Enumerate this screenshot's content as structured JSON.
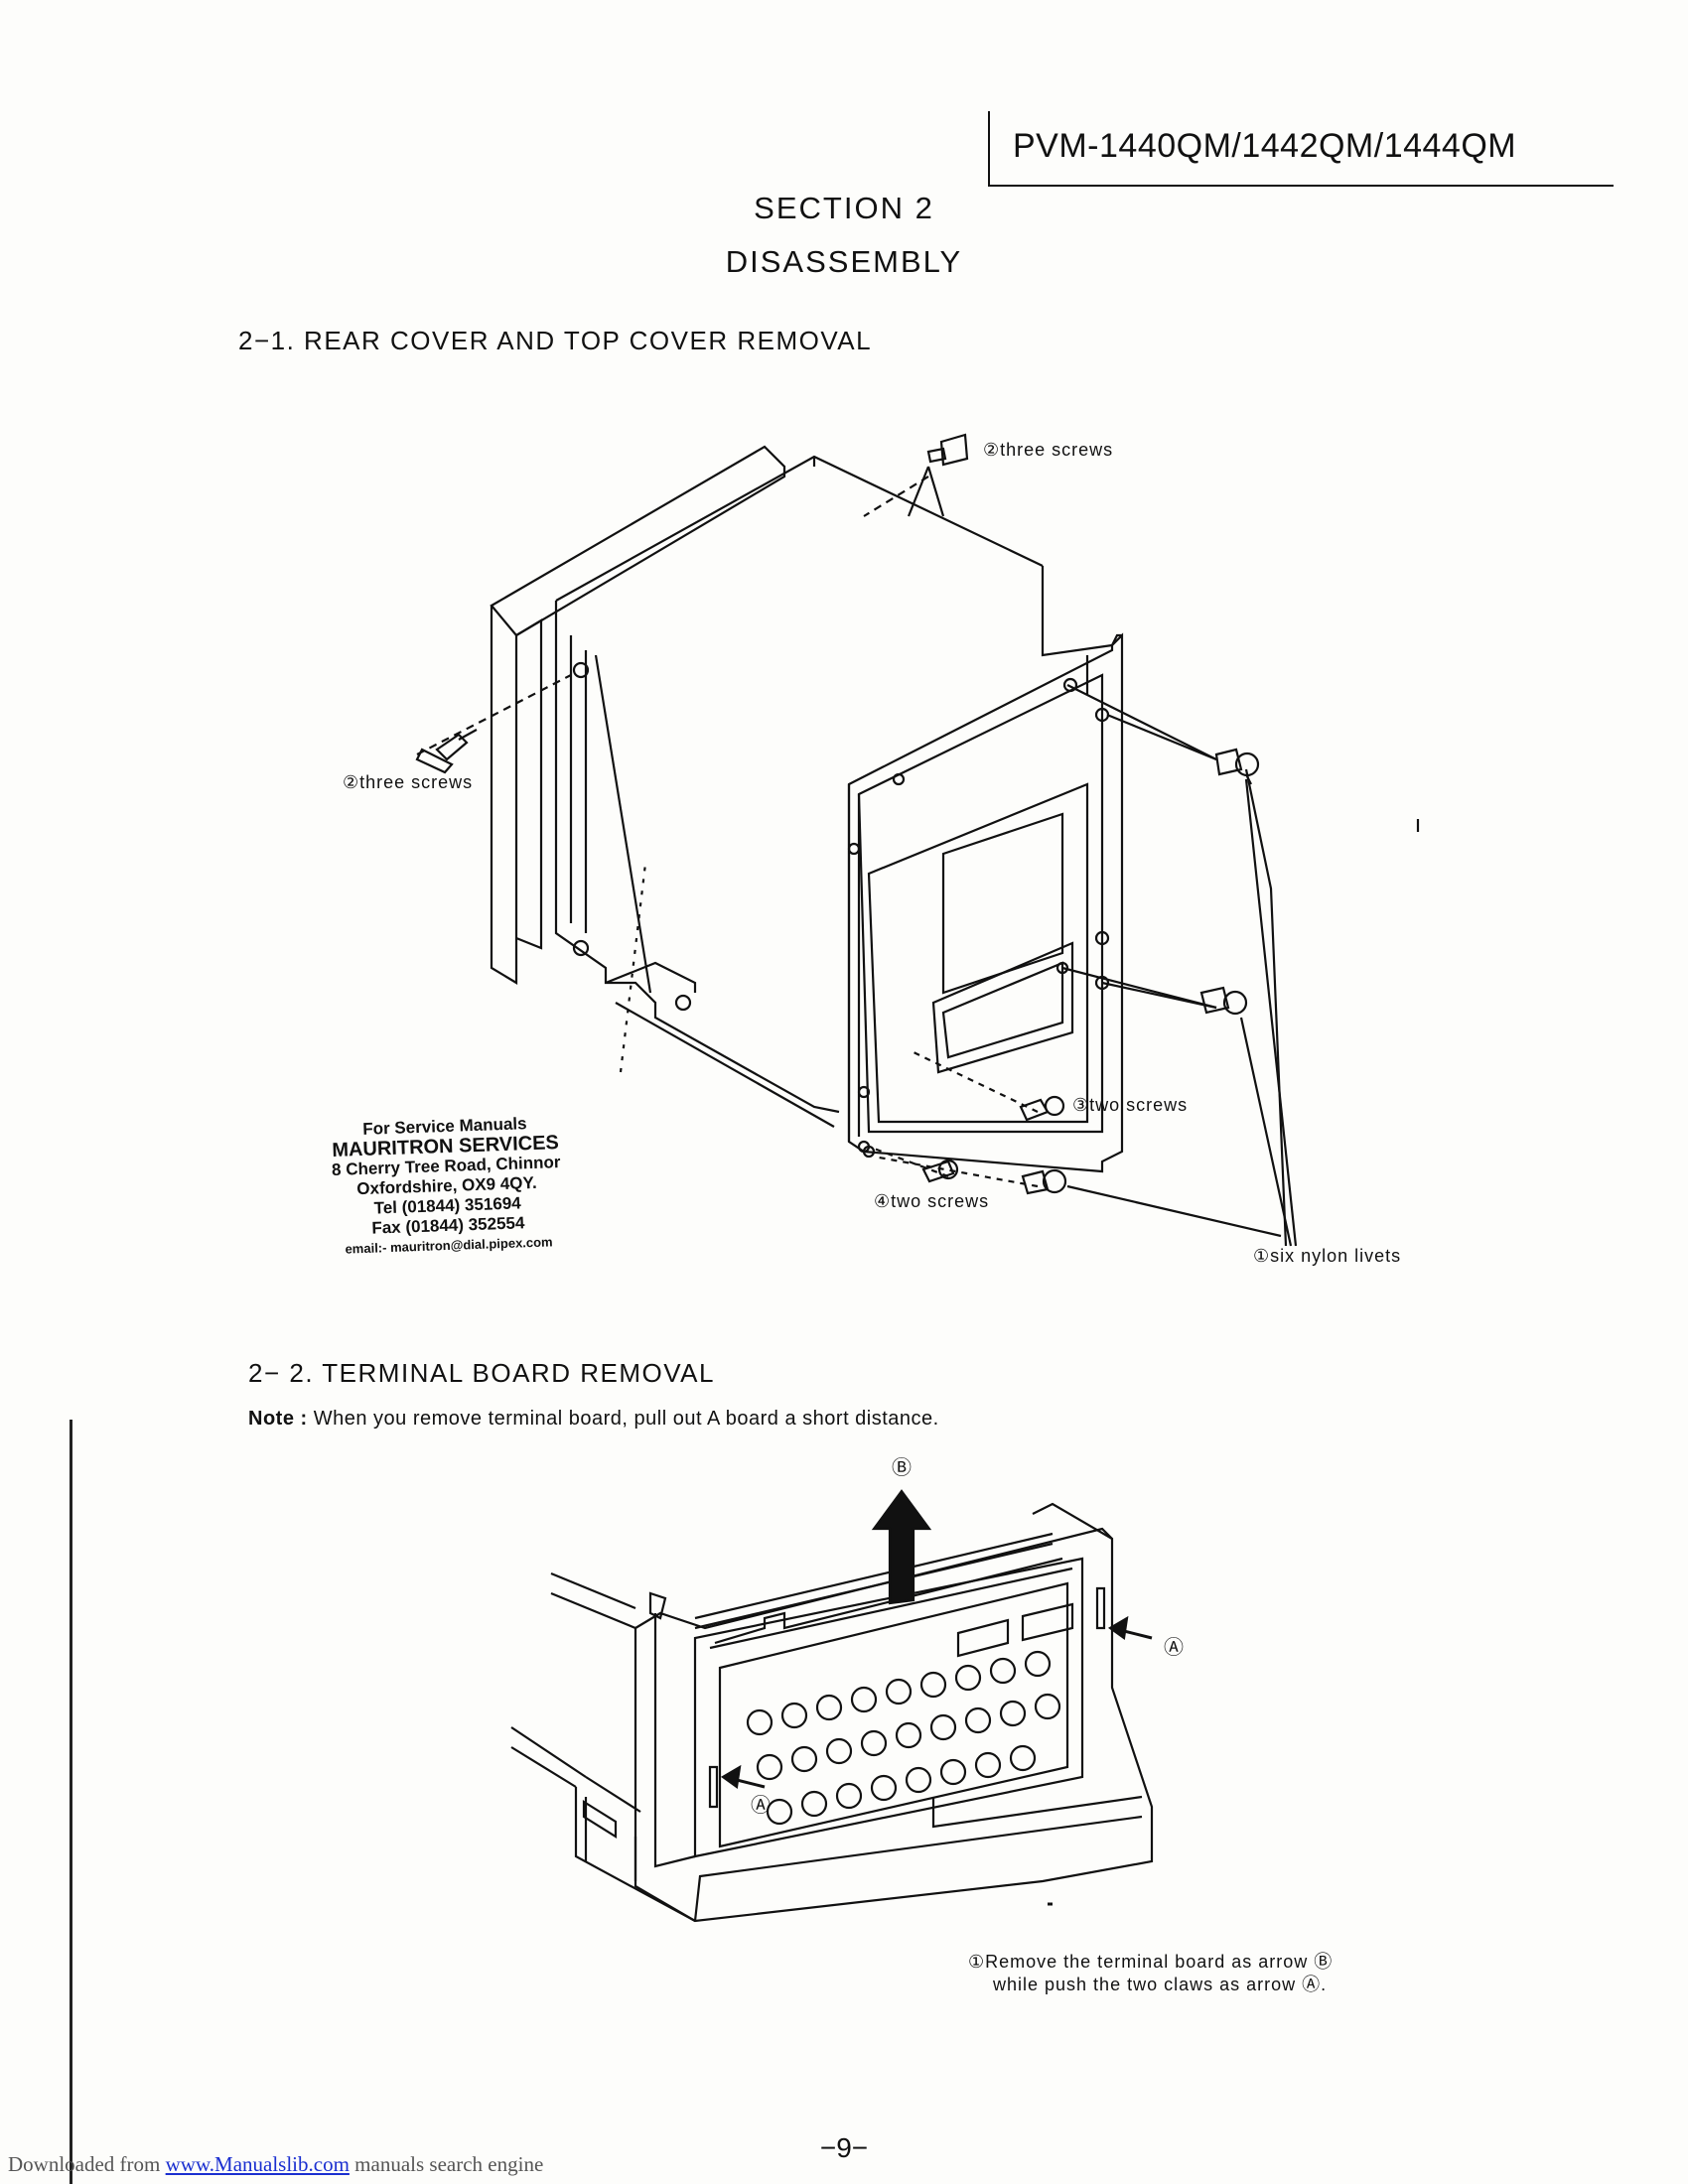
{
  "header": {
    "model": "PVM-1440QM/1442QM/1444QM"
  },
  "section": {
    "title": "SECTION 2",
    "subtitle": "DISASSEMBLY"
  },
  "sub1": {
    "heading": "2−1.  REAR COVER AND TOP COVER REMOVAL",
    "labels": {
      "three_screws_top": "②three screws",
      "three_screws_left": "②three screws",
      "two_screws_3": "③two screws",
      "two_screws_4": "④two screws",
      "six_nylon": "①six nylon livets"
    }
  },
  "mauritron": {
    "line1": "For Service Manuals",
    "line2": "MAURITRON SERVICES",
    "line3": "8 Cherry Tree Road, Chinnor",
    "line4": "Oxfordshire, OX9 4QY.",
    "line5": "Tel (01844) 351694",
    "line6": "Fax (01844) 352554",
    "line7": "email:- mauritron@dial.pipex.com"
  },
  "sub2": {
    "heading": "2− 2.  TERMINAL BOARD REMOVAL",
    "note_label": "Note :",
    "note_text": " When you remove terminal board, pull out A board a short distance.",
    "arrow_b": "Ⓑ",
    "arrow_a_right": "Ⓐ",
    "arrow_a_left": "Ⓐ",
    "instruction_line1": "①Remove the terminal board as arrow Ⓑ",
    "instruction_line2": "while push the two claws as arrow Ⓐ."
  },
  "page": {
    "number": "−9−"
  },
  "footer": {
    "prefix": "Downloaded from ",
    "link": "www.Manualslib.com",
    "suffix": " manuals search engine"
  }
}
